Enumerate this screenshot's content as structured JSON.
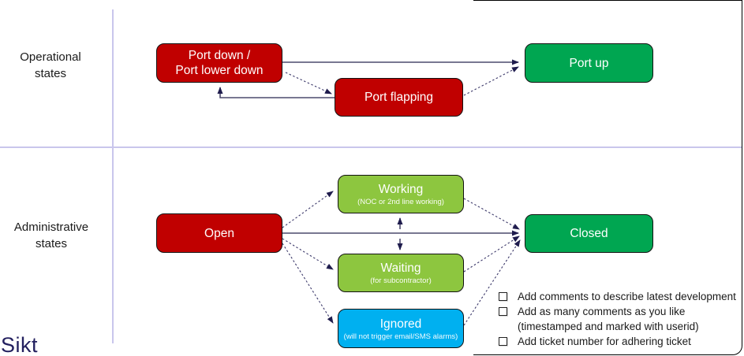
{
  "sections": {
    "operational": {
      "label": "Operational\nstates"
    },
    "administrative": {
      "label": "Administrative\nstates"
    }
  },
  "nodes": {
    "port_down": {
      "label": "Port down /\nPort lower down",
      "color": "#c00000"
    },
    "port_flapping": {
      "label": "Port flapping",
      "color": "#c00000"
    },
    "port_up": {
      "label": "Port up",
      "color": "#00a651"
    },
    "open": {
      "label": "Open",
      "color": "#c00000"
    },
    "working": {
      "label": "Working",
      "sublabel": "(NOC or 2nd line working)",
      "color": "#8dc63f"
    },
    "waiting": {
      "label": "Waiting",
      "sublabel": "(for subcontractor)",
      "color": "#8dc63f"
    },
    "ignored": {
      "label": "Ignored",
      "sublabel": "(will not trigger email/SMS alarms)",
      "color": "#00b0f0"
    },
    "closed": {
      "label": "Closed",
      "color": "#00a651"
    }
  },
  "notes": {
    "items": [
      {
        "text": "Add comments to describe latest development"
      },
      {
        "text": "Add as many comments as you like",
        "subtext": "(timestamped and marked with userid)"
      },
      {
        "text": "Add ticket number for adhering ticket"
      }
    ]
  },
  "footer": {
    "logo": "Sikt"
  },
  "icons": {
    "bullet": "checkbox-square-icon"
  },
  "colors": {
    "state_red": "#c00000",
    "state_green": "#00a651",
    "state_light_green": "#8dc63f",
    "state_blue": "#00b0f0",
    "arrow": "#3d3a6b",
    "divider": "#c9c6ec",
    "logo": "#23205f",
    "node_text": "#ffffff"
  }
}
